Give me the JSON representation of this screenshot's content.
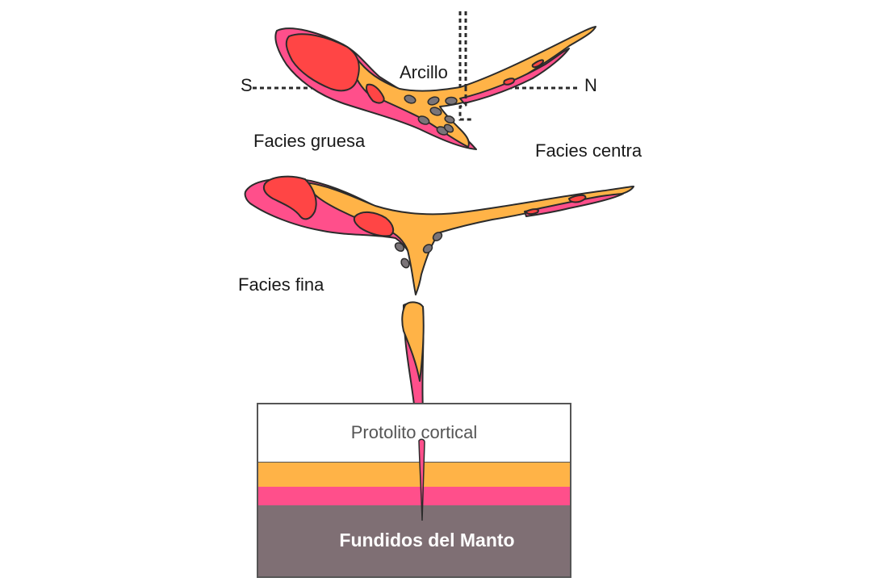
{
  "labels": {
    "south": "S",
    "north": "N",
    "cap": "Arcillo",
    "coarse_facies": "Facies gruesa",
    "central_facies": "Facies centra",
    "fine_facies": "Facies fina",
    "protolith": "Protolito cortical",
    "mantle_melts": "Fundidos del Manto"
  },
  "colors": {
    "pink": "#ff4f8b",
    "orange": "#ffb347",
    "red": "#ff4545",
    "grey_clast": "#7a7478",
    "mantle": "#7f6f74",
    "outline": "#2b2b2b"
  }
}
